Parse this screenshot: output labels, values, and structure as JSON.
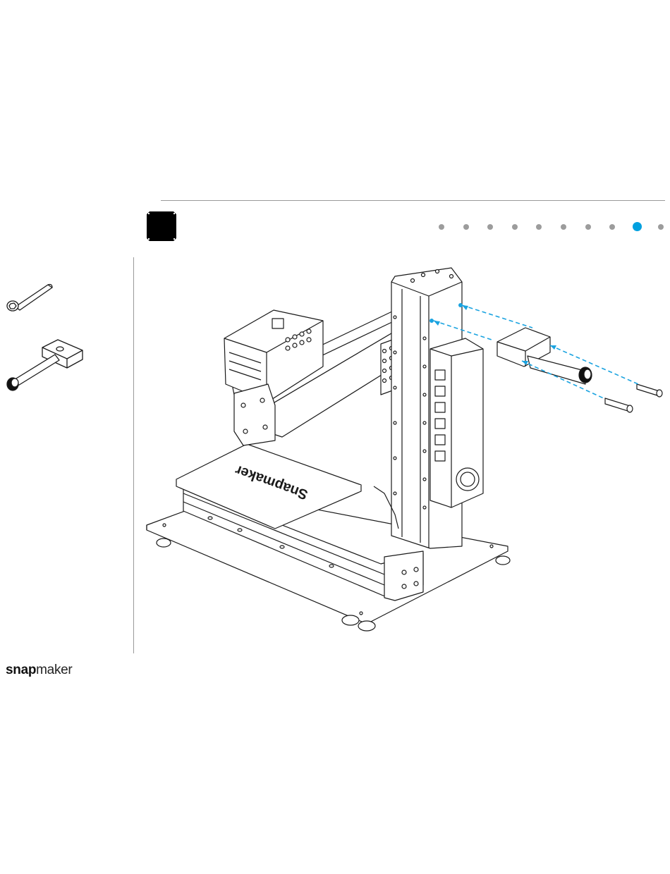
{
  "header": {
    "step_total": 10,
    "step_active": 9,
    "accent_color": "#00a0df",
    "dot_color": "#9c9c9c"
  },
  "parts": [
    {
      "icon": "hex-socket-screw-icon"
    },
    {
      "icon": "knob-bracket-icon"
    }
  ],
  "illustration": {
    "bed_text": "Snapmaker",
    "arrow_color": "#1aa3e0"
  },
  "footer": {
    "logo_bold": "snap",
    "logo_light": "maker"
  }
}
